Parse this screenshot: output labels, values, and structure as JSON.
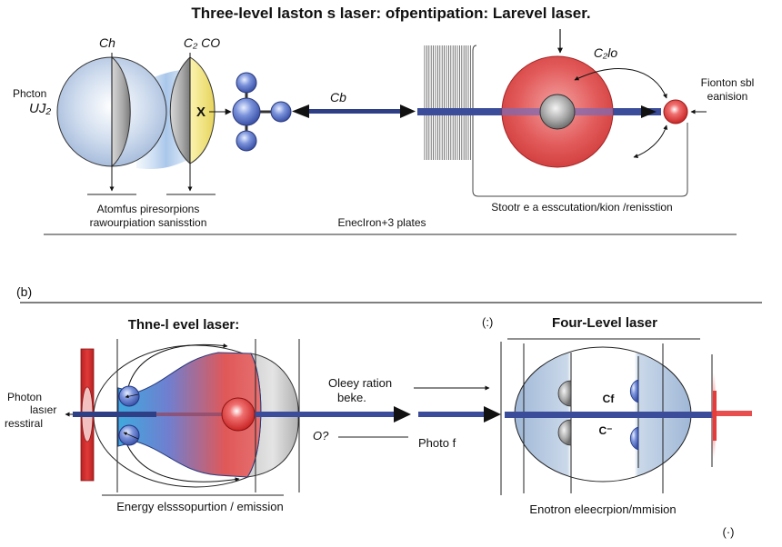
{
  "title": "Three-level laston s laser: ofpentipation: Larevel laser.",
  "panel_a": {
    "label_ch": "Ch",
    "label_c2co": "C₂ CO",
    "photon_label": "Phcton",
    "photon_symbol": "UJ₂",
    "x_label": "X",
    "cb_label": "Cb",
    "c2lo_label": "C₂lo",
    "fionton_line1": "Fionton sbl",
    "fionton_line2": "eanision",
    "caption_left_line1": "Atomfus piresorpions",
    "caption_left_line2": "rawourpiation sanisstion",
    "caption_middle": "EnecIron+3 plates",
    "caption_right": "Stootr e a esscutation/kion /renisstion"
  },
  "panel_b": {
    "panel_label": "(b)",
    "three_level_title": "Thne-l evel laser:",
    "photon_line1": "Photon",
    "photon_line2": "lasıer",
    "photon_line3": "resstiral",
    "oleey_line1": "Oleey ration",
    "oleey_line2": "beke.",
    "o_label": "O?",
    "photo_f": "Photo f",
    "colon_label": "(:)",
    "four_level_title": "Four-Level laser",
    "cf_label": "Cf",
    "c_minus_label": "C⁻",
    "caption_left": "Energy elsssopurtion / emission",
    "caption_right": "Enotron eleecrpion/mmision",
    "dot_label": "(·)"
  },
  "colors": {
    "beam": "#2f3f86",
    "red": "#d9383c",
    "blue_sphere": "#5b76c9",
    "yellow": "#f0e68c",
    "grey": "#9a9a9a"
  }
}
